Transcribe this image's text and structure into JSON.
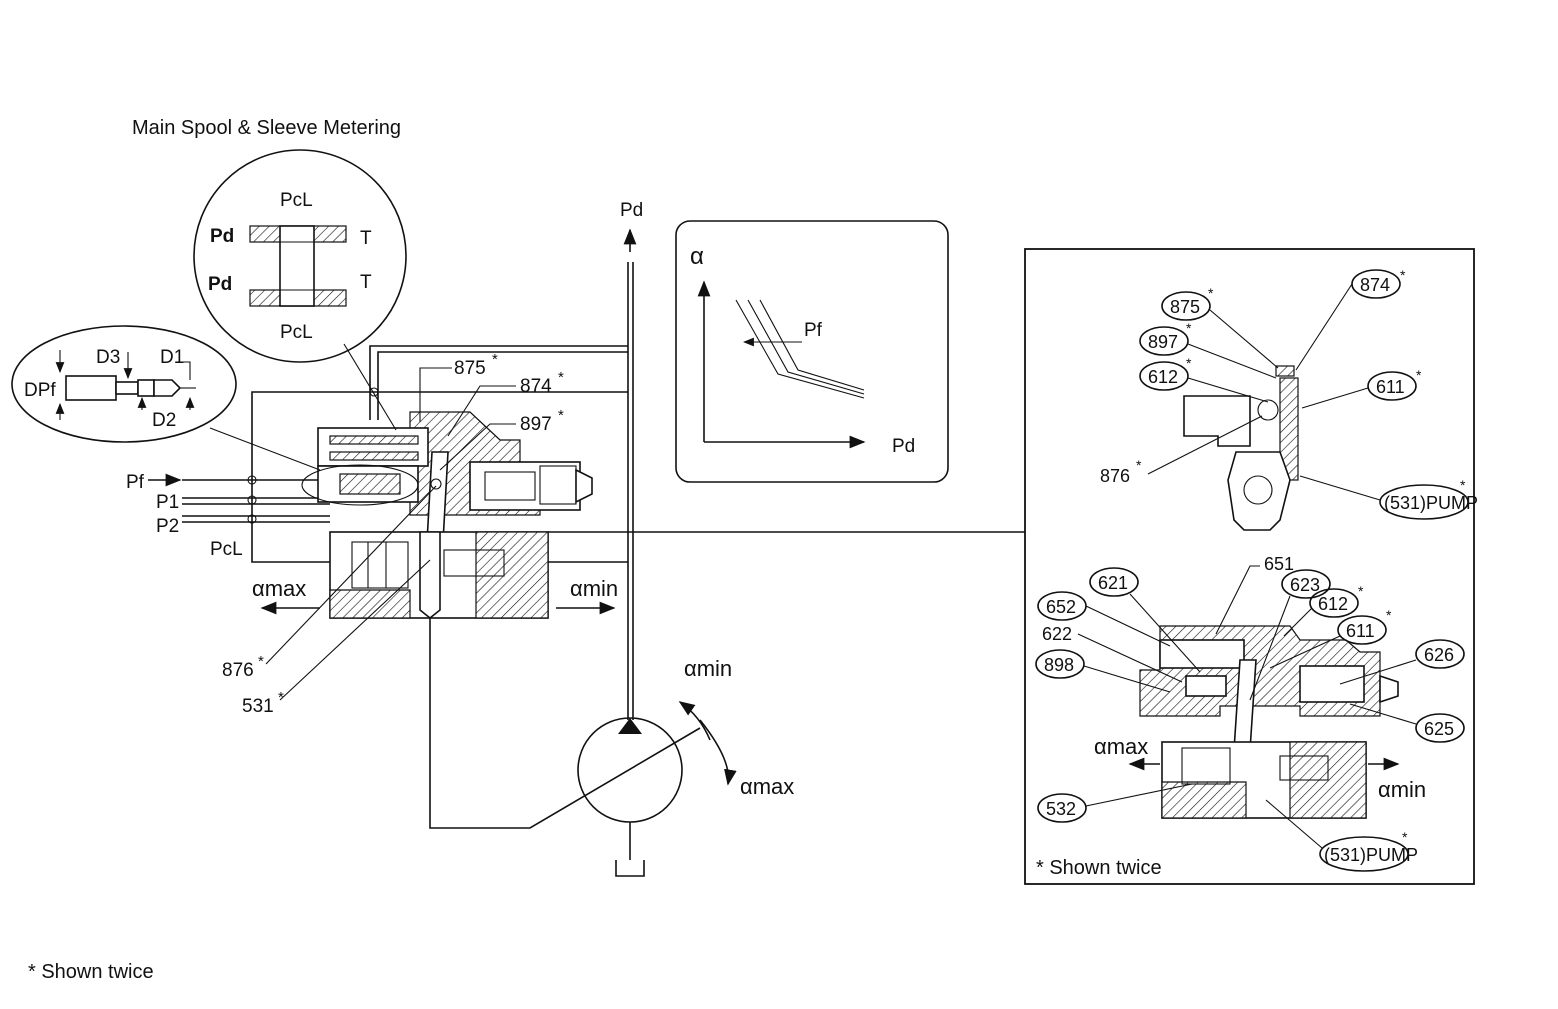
{
  "title": "Main Spool & Sleeve Metering",
  "footnote": "* Shown twice",
  "inset_footnote": "* Shown twice",
  "ports": {
    "pf": "Pf",
    "p1": "P1",
    "p2": "P2",
    "pcl": "PcL",
    "pd": "Pd"
  },
  "zoom_circle": {
    "pcl_top": "PcL",
    "pcl_bottom": "PcL",
    "pd_top": "Pd",
    "pd_bottom": "Pd",
    "t_top": "T",
    "t_bottom": "T"
  },
  "dim_ellipse": {
    "dpf": "DPf",
    "d1": "D1",
    "d2": "D2",
    "d3": "D3"
  },
  "graph": {
    "y_label": "α",
    "x_label": "Pd",
    "curve_label": "Pf"
  },
  "callouts_main": {
    "c875": "875",
    "c874": "874",
    "c897": "897",
    "c876": "876",
    "c531": "531",
    "star": "*"
  },
  "alpha_labels": {
    "main_max": "αmax",
    "main_min": "αmin",
    "pump_min": "αmin",
    "pump_max": "αmax",
    "inset_max": "αmax",
    "inset_min": "αmin"
  },
  "inset_top_callouts": {
    "c874": "874",
    "c875": "875",
    "c897": "897",
    "c612": "612",
    "c611": "611",
    "c876": "876",
    "c531": "(531)PUMP",
    "star": "*"
  },
  "inset_bottom_callouts": {
    "c651": "651",
    "c621": "621",
    "c623": "623",
    "c612": "612",
    "c652": "652",
    "c611": "611",
    "c622": "622",
    "c626": "626",
    "c898": "898",
    "c625": "625",
    "c532": "532",
    "c531": "(531)PUMP"
  }
}
